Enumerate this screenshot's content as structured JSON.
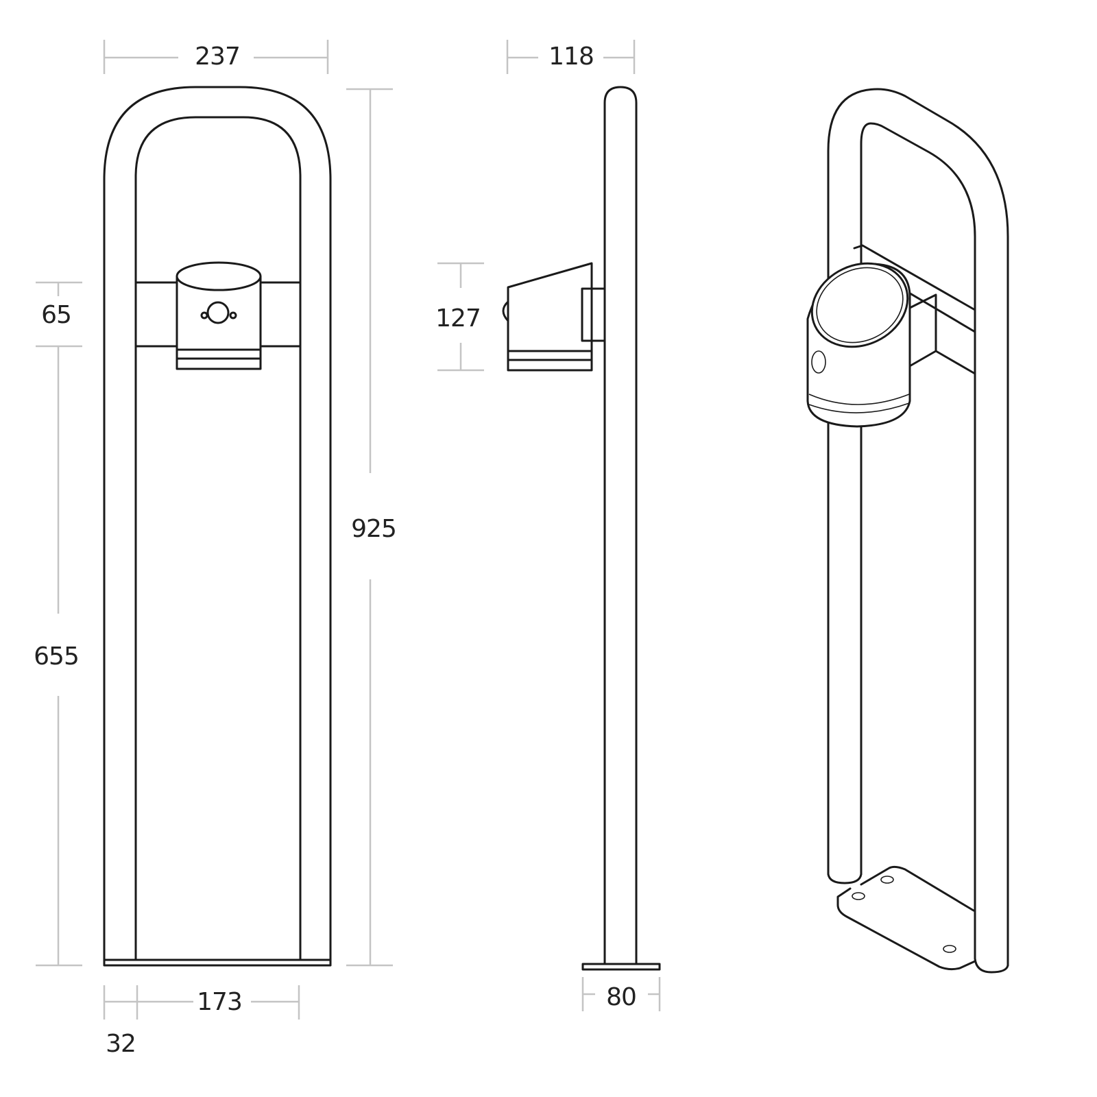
{
  "dimensions": {
    "front_width": "237",
    "total_height": "925",
    "bracket_height": "65",
    "bracket_mount_height": "655",
    "inner_width": "173",
    "tube_diameter": "32",
    "side_depth": "118",
    "side_bracket_height": "127",
    "base_depth": "80"
  }
}
